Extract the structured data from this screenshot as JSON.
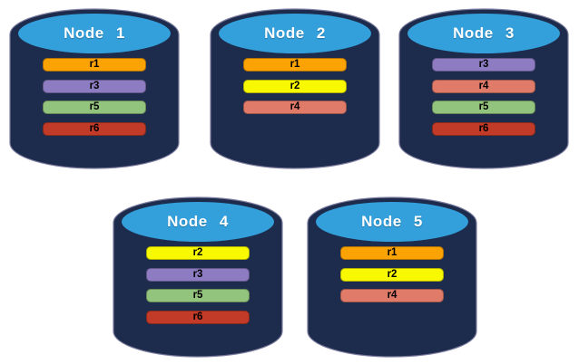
{
  "colors": {
    "background": "#ffffff",
    "cylinder_body": "#1d2b4c",
    "cylinder_outline": "#7b7b9d",
    "cylinder_top": "#339fdb",
    "node_label_text": "#ffffff",
    "replica_label_text": "#000000"
  },
  "nodes": [
    {
      "label": "Node 1",
      "replicas": [
        {
          "id": "r1",
          "label": "r1",
          "color": "#fba205"
        },
        {
          "id": "r3",
          "label": "r3",
          "color": "#8e7cc3"
        },
        {
          "id": "r5",
          "label": "r5",
          "color": "#93c47d"
        },
        {
          "id": "r6",
          "label": "r6",
          "color": "#c23b28"
        }
      ]
    },
    {
      "label": "Node 2",
      "replicas": [
        {
          "id": "r1",
          "label": "r1",
          "color": "#fba205"
        },
        {
          "id": "r2",
          "label": "r2",
          "color": "#f8f900"
        },
        {
          "id": "r4",
          "label": "r4",
          "color": "#e07b6a"
        }
      ]
    },
    {
      "label": "Node 3",
      "replicas": [
        {
          "id": "r3",
          "label": "r3",
          "color": "#8e7cc3"
        },
        {
          "id": "r4",
          "label": "r4",
          "color": "#e07b6a"
        },
        {
          "id": "r5",
          "label": "r5",
          "color": "#93c47d"
        },
        {
          "id": "r6",
          "label": "r6",
          "color": "#c23b28"
        }
      ]
    },
    {
      "label": "Node 4",
      "replicas": [
        {
          "id": "r2",
          "label": "r2",
          "color": "#f8f900"
        },
        {
          "id": "r3",
          "label": "r3",
          "color": "#8e7cc3"
        },
        {
          "id": "r5",
          "label": "r5",
          "color": "#93c47d"
        },
        {
          "id": "r6",
          "label": "r6",
          "color": "#c23b28"
        }
      ]
    },
    {
      "label": "Node 5",
      "replicas": [
        {
          "id": "r1",
          "label": "r1",
          "color": "#fba205"
        },
        {
          "id": "r2",
          "label": "r2",
          "color": "#f8f900"
        },
        {
          "id": "r4",
          "label": "r4",
          "color": "#e07b6a"
        }
      ]
    }
  ]
}
